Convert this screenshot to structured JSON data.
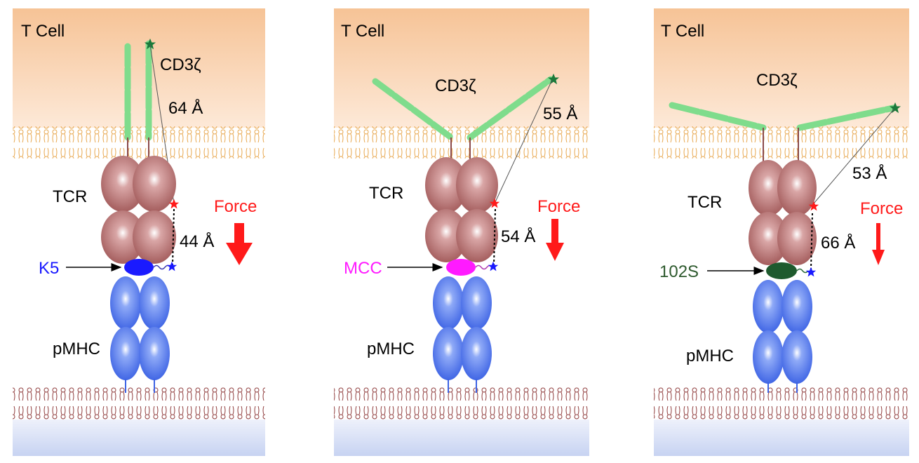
{
  "panels": [
    {
      "cell_label": "T Cell",
      "cd3_label": "CD3ζ",
      "tcr_label": "TCR",
      "pmhc_label": "pMHC",
      "upper_distance": "64 Å",
      "lower_distance": "44 Å",
      "force_label": "Force",
      "peptide_label": "K5",
      "peptide_color": "#1a1aff"
    },
    {
      "cell_label": "T Cell",
      "cd3_label": "CD3ζ",
      "tcr_label": "TCR",
      "pmhc_label": "pMHC",
      "upper_distance": "55 Å",
      "lower_distance": "54 Å",
      "force_label": "Force",
      "peptide_label": "MCC",
      "peptide_color": "#ff1aff"
    },
    {
      "cell_label": "T Cell",
      "cd3_label": "CD3ζ",
      "tcr_label": "TCR",
      "pmhc_label": "pMHC",
      "upper_distance": "53 Å",
      "lower_distance": "66 Å",
      "force_label": "Force",
      "peptide_label": "102S",
      "peptide_color": "#2e5a2e"
    }
  ],
  "colors": {
    "cell_top": "#f7c59a",
    "cell_bottom": "#fdf0e6",
    "membrane_top": "#e8a54a",
    "membrane_bottom": "#8b3a3a",
    "apc_fill": "#d7dff7",
    "tcr": "#b36b6b",
    "pmhc": "#4d76ee",
    "cd3": "#7fdc8c",
    "force_arrow": "#ff1a1a",
    "donor_star": "#1a7a3a",
    "acceptor_star": "#ff1a1a",
    "peptide_star": "#1a1aff"
  }
}
